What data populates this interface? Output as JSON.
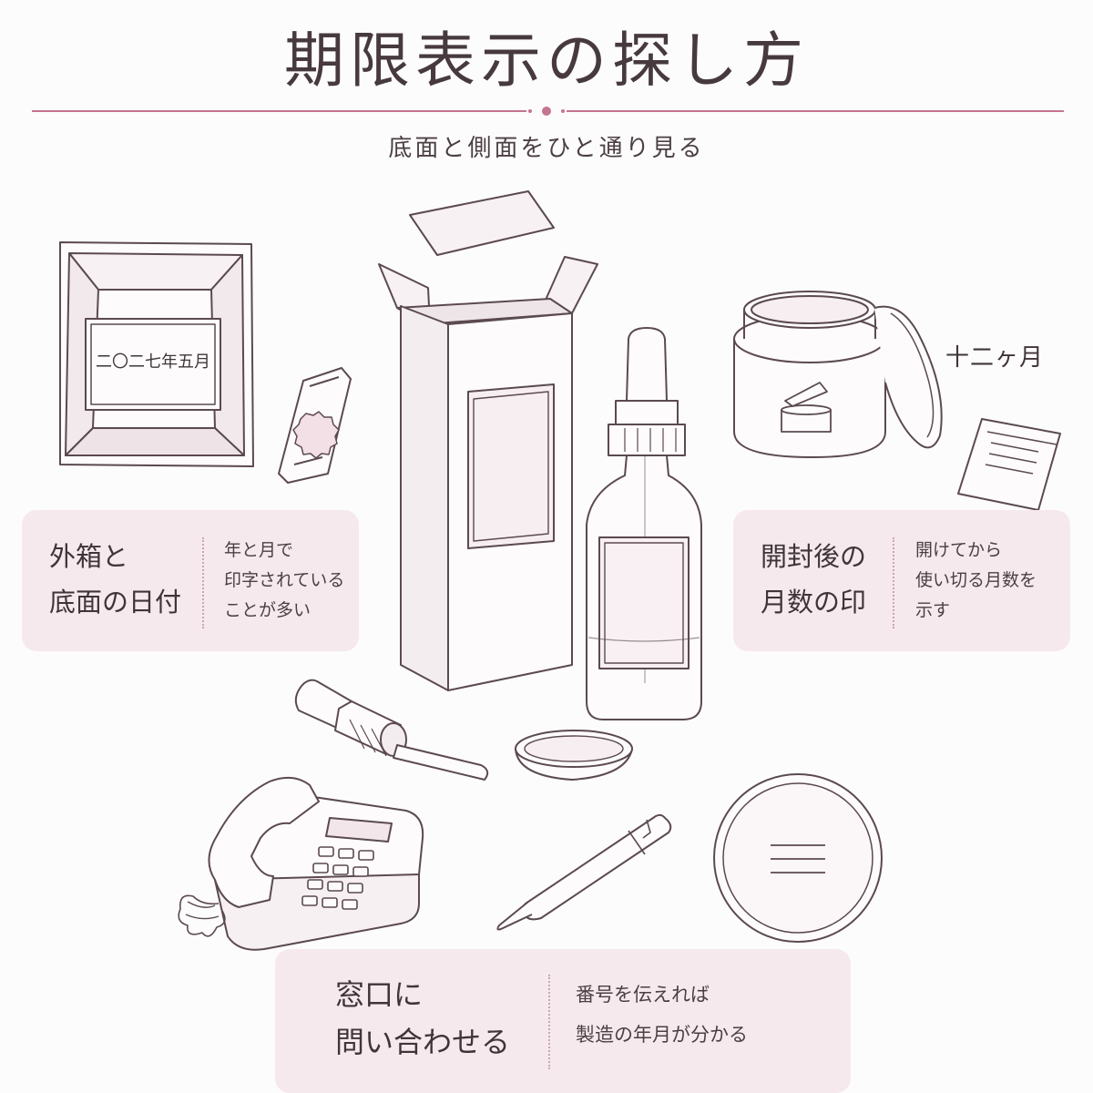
{
  "header": {
    "title": "期限表示の探し方",
    "subtitle": "底面と側面をひと通り見る"
  },
  "illustration": {
    "box_date_label": "二〇二七年五月",
    "period_label": "十二ヶ月"
  },
  "cards": [
    {
      "heading": [
        "外箱と",
        "底面の日付"
      ],
      "desc": [
        "年と月で",
        "印字されている",
        "ことが多い"
      ]
    },
    {
      "heading": [
        "開封後の",
        "月数の印"
      ],
      "desc": [
        "開けてから",
        "使い切る月数を",
        "示す"
      ]
    },
    {
      "heading": [
        "窓口に",
        "問い合わせる"
      ],
      "desc": [
        "番号を伝えれば",
        "製造の年月が分かる"
      ]
    }
  ],
  "colors": {
    "accent": "#c4758f",
    "card_bg": "#f6e9ed",
    "line": "#5b4a50",
    "text": "#3f3538"
  }
}
